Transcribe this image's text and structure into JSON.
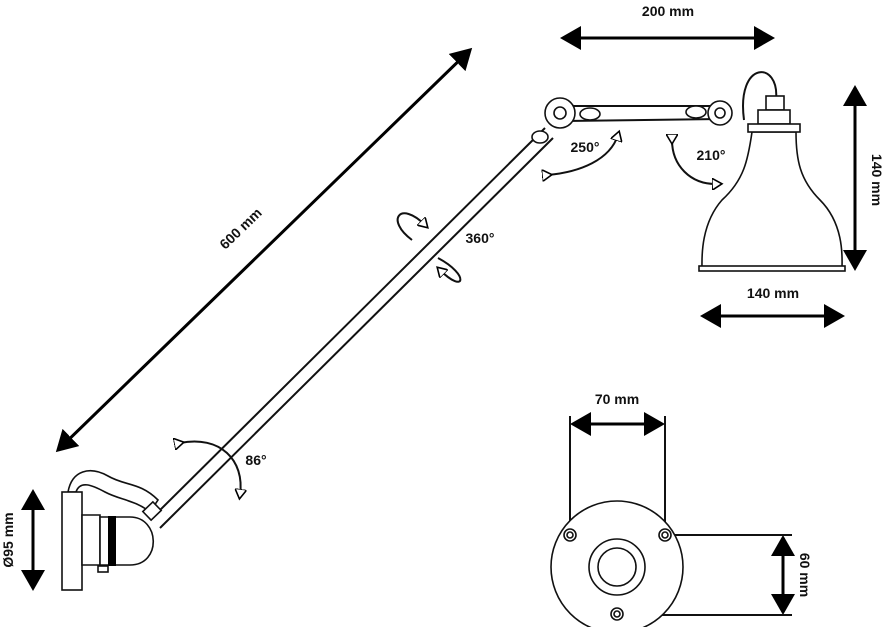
{
  "diagram": {
    "dimensions": {
      "arm_span": "200 mm",
      "arm_length": "600 mm",
      "shade_height": "140 mm",
      "shade_width": "140 mm",
      "base_diameter": "Ø95 mm",
      "hole_spacing_horizontal": "70 mm",
      "hole_spacing_vertical": "60 mm"
    },
    "rotations": {
      "elbow": "250°",
      "shade": "210°",
      "arm_axial": "360°",
      "base": "86°"
    },
    "colors": {
      "line": "#111111",
      "background": "#ffffff"
    }
  }
}
